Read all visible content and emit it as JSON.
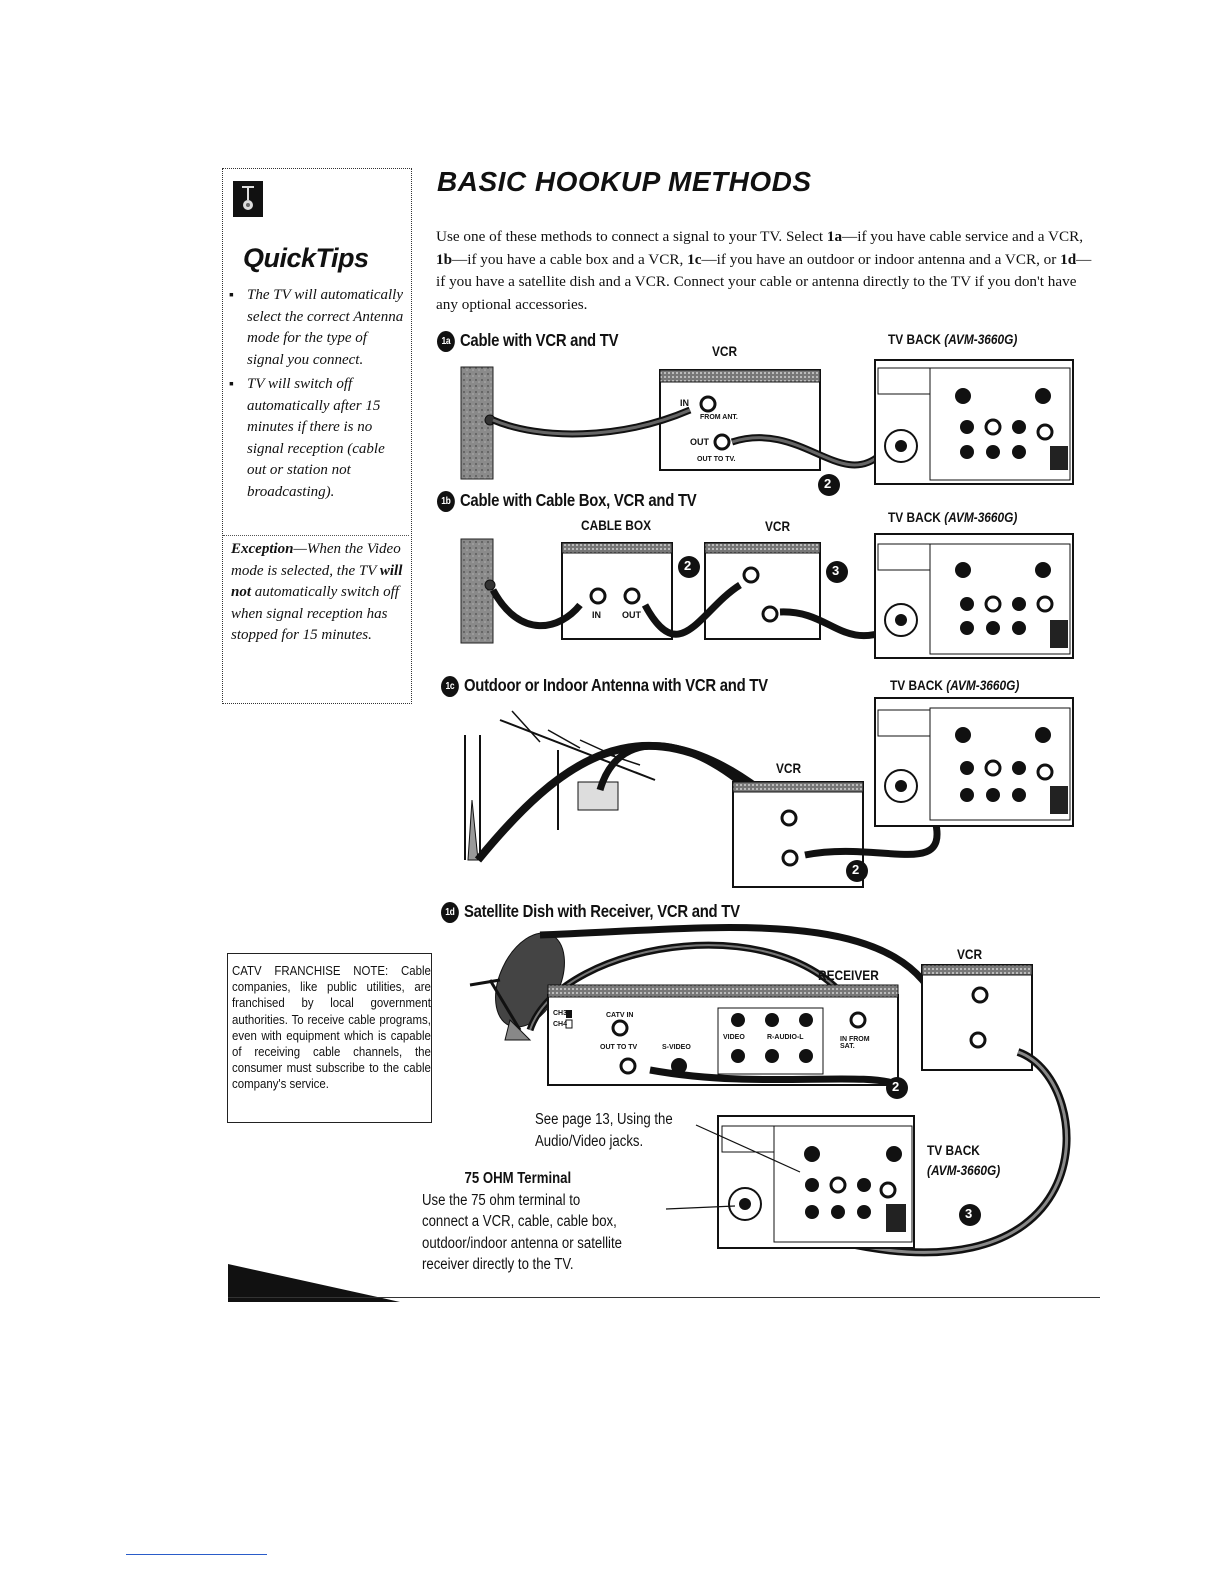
{
  "quicktips": {
    "title": "QuickTips",
    "icon": "quicktips-icon",
    "tips": [
      "The TV will automatically select the correct Antenna mode for the type of signal you connect.",
      "TV will switch off automatically after 15 minutes if there is no signal reception (cable out or station not broadcasting)."
    ],
    "exception_lead": "Exception",
    "exception_part1": "—When the Video mode is selected, the TV ",
    "exception_bold": "will not",
    "exception_part2": " automatically switch off when signal reception has stopped for 15 minutes."
  },
  "header": {
    "title": "BASIC HOOKUP METHODS",
    "intro_parts": [
      "Use one of these methods to connect a signal to your TV. Select ",
      "1a",
      "—if you have cable service and a VCR, ",
      "1b",
      "—if you have a cable box and a VCR, ",
      "1c",
      "—if you have an outdoor or indoor antenna and a VCR, or ",
      "1d",
      "—if you have a satellite dish and a VCR. Connect your cable or antenna directly to the TV if you don't have any optional accessories."
    ]
  },
  "sections": {
    "a": {
      "badge": "1a",
      "title": "Cable with VCR and TV",
      "tv_back": "TV BACK",
      "model": "(AVM-3660G)",
      "vcr": "VCR",
      "step": "2"
    },
    "b": {
      "badge": "1b",
      "title": "Cable with Cable Box, VCR and TV",
      "tv_back": "TV BACK",
      "model": "(AVM-3660G)",
      "cable_box": "CABLE BOX",
      "vcr": "VCR",
      "step1": "2",
      "step2": "3"
    },
    "c": {
      "badge": "1c",
      "title": "Outdoor or Indoor Antenna with VCR and TV",
      "tv_back": "TV BACK",
      "model": "(AVM-3660G)",
      "vcr": "VCR",
      "step": "2"
    },
    "d": {
      "badge": "1d",
      "title": "Satellite Dish with Receiver, VCR and TV",
      "receiver": "RECEIVER",
      "vcr": "VCR",
      "tv_back": "TV BACK",
      "model": "(AVM-3660G)",
      "step1": "2",
      "step2": "3"
    }
  },
  "jack_labels": {
    "in": "IN",
    "from_ant": "FROM ANT.",
    "out": "OUT",
    "out_to_tv": "OUT TO TV.",
    "box_in": "IN",
    "box_out": "OUT",
    "catv_in": "CATV IN",
    "ch3": "CH3",
    "ch4": "CH4",
    "rx_out_to_tv": "OUT TO TV",
    "s_video": "S-VIDEO",
    "video": "VIDEO",
    "r_audio_l": "R-AUDIO-L",
    "in_from_sat": "IN FROM SAT."
  },
  "catv_note": "CATV FRANCHISE NOTE: Cable companies, like public utilities, are franchised by local government authorities. To receive cable programs, even with equipment which is capable of receiving cable channels, the consumer must subscribe to the cable company's service.",
  "see_page": {
    "line1": "See page 13, Using the",
    "line2": "Audio/Video jacks."
  },
  "terminal": {
    "title": "75 OHM Terminal",
    "lines": [
      "Use the 75 ohm terminal to",
      "connect a VCR, cable, cable box,",
      "outdoor/indoor antenna or satellite",
      "receiver directly to the TV."
    ]
  }
}
